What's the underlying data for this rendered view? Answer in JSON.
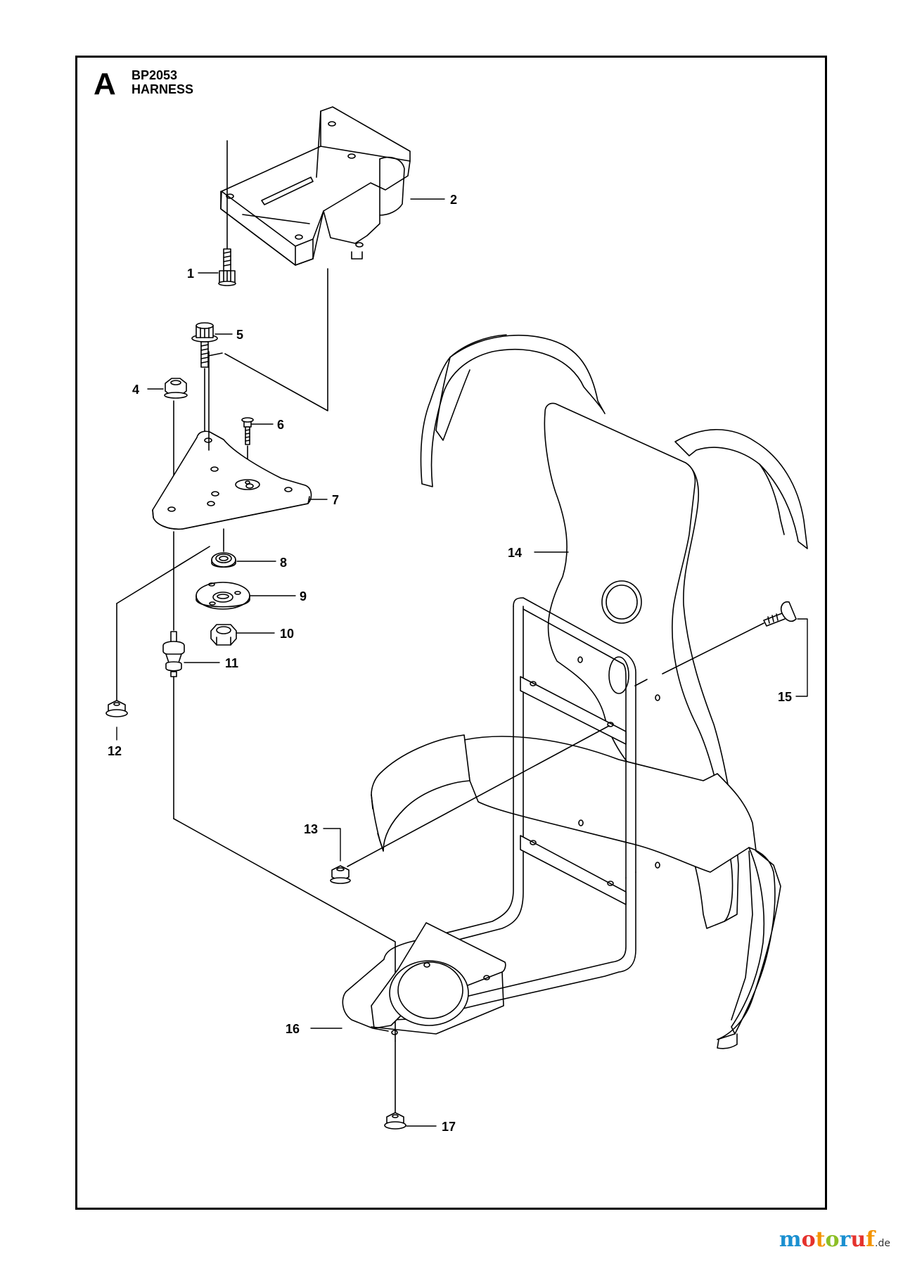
{
  "header": {
    "section_letter": "A",
    "model": "BP2053",
    "title": "HARNESS"
  },
  "callouts": {
    "c1": "1",
    "c2": "2",
    "c4": "4",
    "c5": "5",
    "c6": "6",
    "c7": "7",
    "c8": "8",
    "c9": "9",
    "c10": "10",
    "c11": "11",
    "c12": "12",
    "c13": "13",
    "c14": "14",
    "c15": "15",
    "c16": "16",
    "c17": "17"
  },
  "watermark": {
    "letters": [
      "m",
      "o",
      "t",
      "o",
      "r",
      "u",
      "f"
    ],
    "letter_colors": [
      "#1a8fd0",
      "#e5322d",
      "#f39200",
      "#8cbf26",
      "#1a8fd0",
      "#e5322d",
      "#f39200"
    ],
    "domain": ".de"
  }
}
